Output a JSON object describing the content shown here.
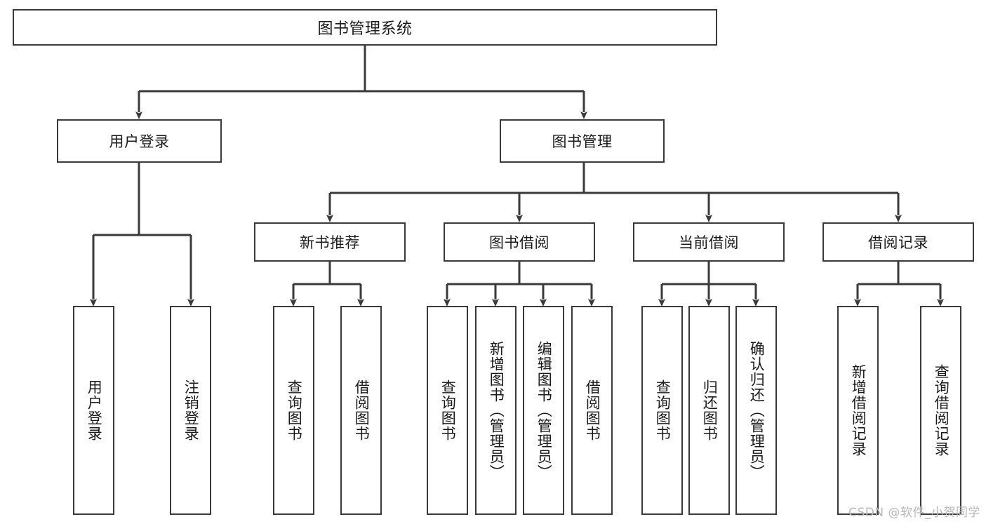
{
  "diagram": {
    "title": "图书管理系统",
    "watermark": "CSDN @软件_小贺同学",
    "line_color": "#3a3a3a",
    "box_fill": "#ffffff",
    "text_color": "#1a1a1a",
    "watermark_color": "#b9b9b9",
    "nodes": {
      "root": {
        "label": "图书管理系统"
      },
      "level2": [
        {
          "label": "用户登录"
        },
        {
          "label": "图书管理"
        }
      ],
      "level3": [
        {
          "label": "新书推荐"
        },
        {
          "label": "图书借阅"
        },
        {
          "label": "当前借阅"
        },
        {
          "label": "借阅记录"
        }
      ],
      "leaves": [
        {
          "label": "用户登录"
        },
        {
          "label": "注销登录"
        },
        {
          "label": "查询图书"
        },
        {
          "label": "借阅图书"
        },
        {
          "label": "查询图书"
        },
        {
          "label": "新增图书（管理员）"
        },
        {
          "label": "编辑图书（管理员）"
        },
        {
          "label": "借阅图书"
        },
        {
          "label": "查询图书"
        },
        {
          "label": "归还图书"
        },
        {
          "label": "确认归还（管理员）"
        },
        {
          "label": "新增借阅记录"
        },
        {
          "label": "查询借阅记录"
        }
      ]
    }
  }
}
